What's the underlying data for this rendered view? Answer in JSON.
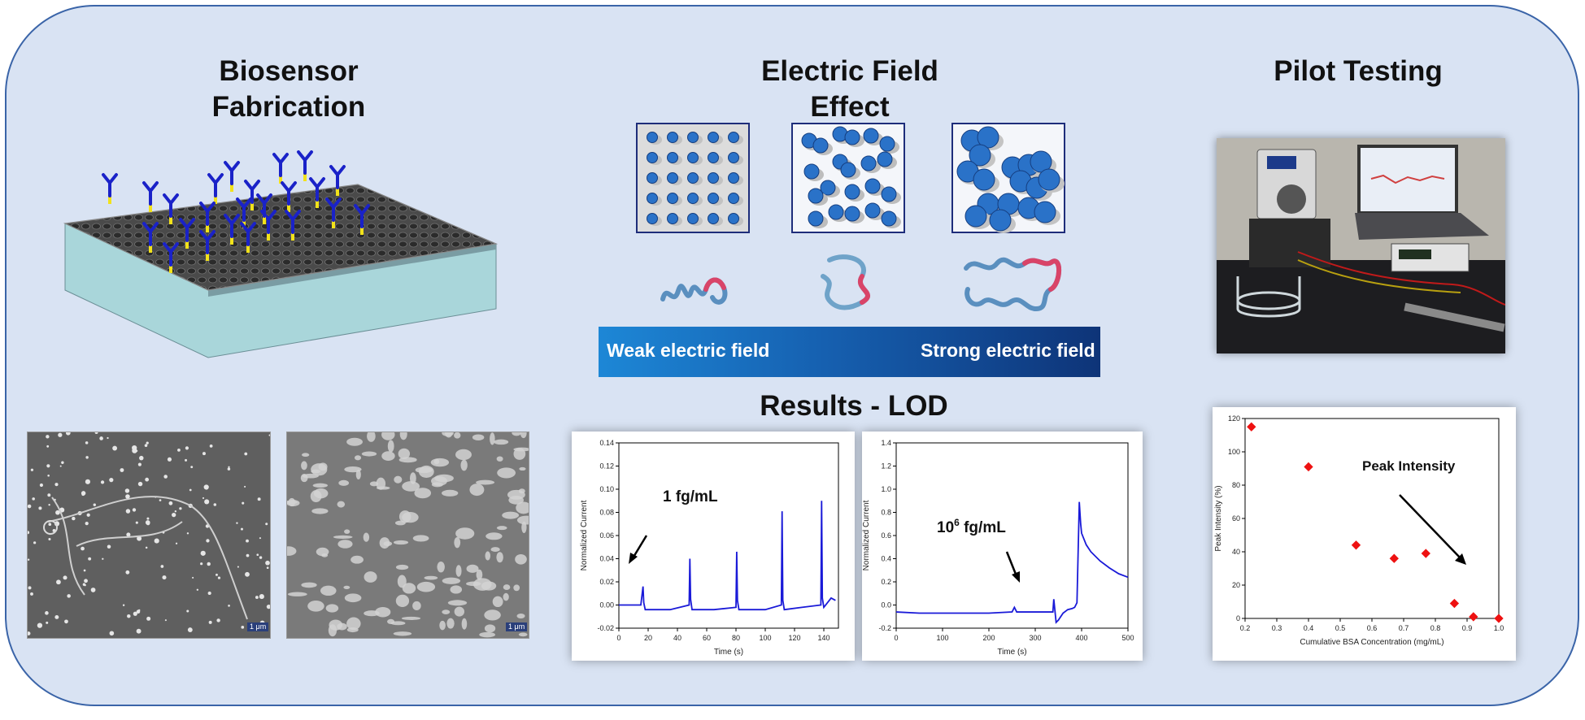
{
  "sections": {
    "fabrication": {
      "title_line1": "Biosensor",
      "title_line2": "Fabrication"
    },
    "electric": {
      "title_line1": "Electric Field",
      "title_line2": "Effect"
    },
    "pilot": {
      "title": "Pilot Testing"
    },
    "results": {
      "title": "Results - LOD"
    }
  },
  "field_bar": {
    "weak_label": "Weak electric field",
    "strong_label": "Strong electric field"
  },
  "sem_images": [
    {
      "scale_label": "1 μm"
    },
    {
      "scale_label": "1 μm"
    }
  ],
  "colors": {
    "panel_bg": "#d9e3f3",
    "panel_border": "#3a64a8",
    "antibody": "#1a22c8",
    "linker": "#f2e21a",
    "particle": "#2a72c8",
    "trace": "#1a1ad8",
    "marker": "#ee1111"
  },
  "chart_data": [
    {
      "type": "line",
      "annotation": "1 fg/mL",
      "xlabel": "Time (s)",
      "ylabel": "Normalized Current",
      "xlim": [
        0,
        150
      ],
      "ylim": [
        -0.02,
        0.14
      ],
      "x_ticks": [
        "0",
        "20",
        "40",
        "60",
        "80",
        "100",
        "120",
        "140"
      ],
      "y_ticks": [
        "-0.02",
        "0.00",
        "0.02",
        "0.04",
        "0.06",
        "0.08",
        "0.10",
        "0.12",
        "0.14"
      ],
      "series": [
        {
          "x": [
            0,
            15,
            16.5,
            17,
            18,
            35,
            48,
            48.5,
            49,
            50,
            65,
            80,
            80.5,
            81,
            82,
            100,
            111,
            111.5,
            112,
            113,
            125,
            138,
            138.5,
            139,
            140,
            145,
            148
          ],
          "y": [
            0.0,
            0.0,
            0.016,
            0.002,
            -0.004,
            -0.004,
            0.0,
            0.04,
            0.005,
            -0.004,
            -0.004,
            -0.002,
            0.046,
            0.004,
            -0.004,
            -0.004,
            0.0,
            0.081,
            0.004,
            -0.004,
            -0.002,
            0.0,
            0.09,
            0.006,
            -0.002,
            0.006,
            0.004
          ]
        }
      ]
    },
    {
      "type": "line",
      "annotation_base": "10",
      "annotation_exp": "6",
      "annotation_unit": " fg/mL",
      "xlabel": "Time (s)",
      "ylabel": "Normalized Current",
      "xlim": [
        0,
        500
      ],
      "ylim": [
        -0.2,
        1.4
      ],
      "x_ticks": [
        "0",
        "100",
        "200",
        "300",
        "400",
        "500"
      ],
      "y_ticks": [
        "-0.2",
        "0.0",
        "0.2",
        "0.4",
        "0.6",
        "0.8",
        "1.0",
        "1.2",
        "1.4"
      ],
      "series": [
        {
          "x": [
            0,
            50,
            100,
            150,
            200,
            250,
            255,
            260,
            300,
            338,
            340,
            345,
            350,
            360,
            370,
            380,
            385,
            390,
            395,
            398,
            400,
            410,
            420,
            440,
            460,
            480,
            500
          ],
          "y": [
            -0.06,
            -0.07,
            -0.07,
            -0.07,
            -0.07,
            -0.06,
            -0.02,
            -0.06,
            -0.06,
            -0.06,
            0.05,
            -0.15,
            -0.13,
            -0.07,
            -0.04,
            -0.03,
            -0.02,
            0.02,
            0.89,
            0.7,
            0.62,
            0.52,
            0.46,
            0.38,
            0.32,
            0.27,
            0.24
          ]
        }
      ]
    },
    {
      "type": "scatter",
      "annotation": "Peak Intensity",
      "xlabel": "Cumulative BSA Concentration (mg/mL)",
      "ylabel": "Peak Intensity (%)",
      "xlim": [
        0.2,
        1.0
      ],
      "ylim": [
        0,
        120
      ],
      "x_ticks": [
        "0.2",
        "0.3",
        "0.4",
        "0.5",
        "0.6",
        "0.7",
        "0.8",
        "0.9",
        "1.0"
      ],
      "y_ticks": [
        "0",
        "20",
        "40",
        "60",
        "80",
        "100",
        "120"
      ],
      "series": [
        {
          "x": [
            0.22,
            0.4,
            0.55,
            0.67,
            0.77,
            0.86,
            0.92,
            1.0
          ],
          "y": [
            115,
            91,
            44,
            36,
            39,
            9,
            1,
            0
          ]
        }
      ]
    }
  ]
}
